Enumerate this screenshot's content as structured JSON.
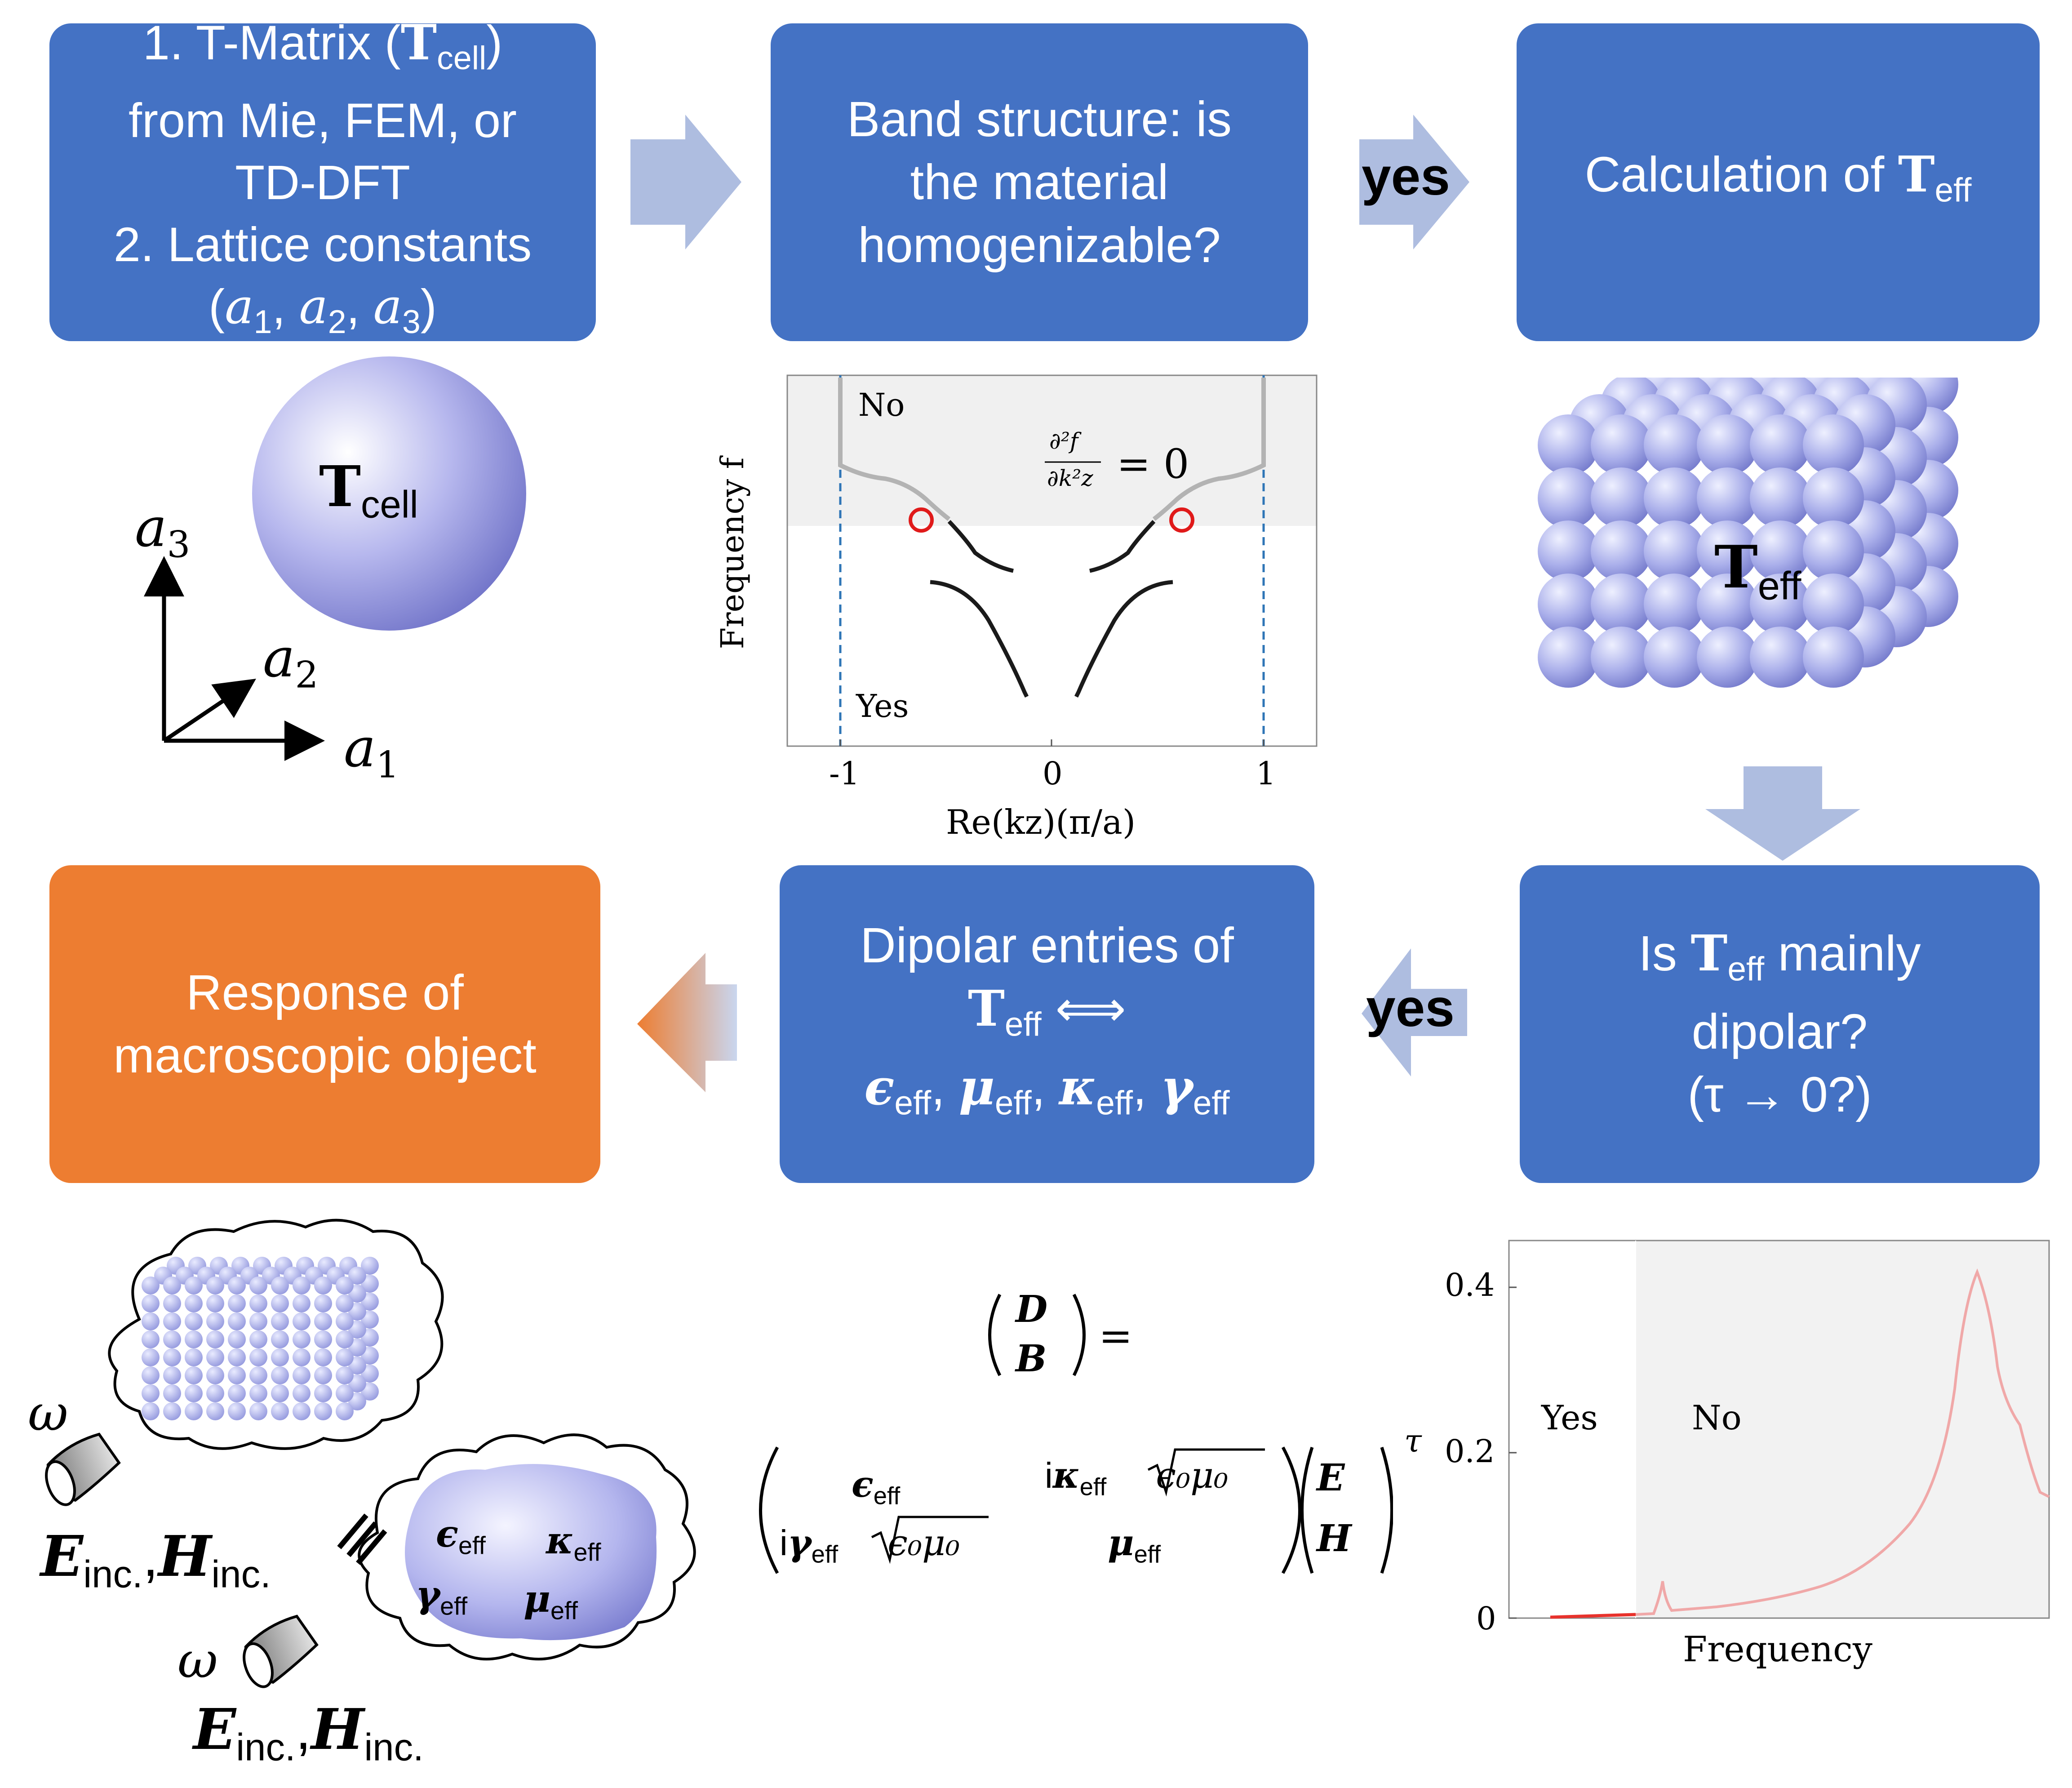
{
  "boxes": {
    "input": {
      "line1_prefix": "1. T-Matrix (",
      "line1_symbol": "T",
      "line1_sub": "cell",
      "line1_suffix": ")",
      "line2": "from Mie, FEM, or",
      "line3": "TD-DFT",
      "line4": "2. Lattice constants",
      "line5_open": "(",
      "a1": "a",
      "a1_sub": "1",
      "a2": "a",
      "a2_sub": "2",
      "a3": "a",
      "a3_sub": "3",
      "sep": ", ",
      "line5_close": ")"
    },
    "band": {
      "line1": "Band structure: is",
      "line2": "the material",
      "line3": "homogenizable?"
    },
    "teff_calc": {
      "text": "Calculation of ",
      "symbol": "T",
      "sub": "eff"
    },
    "dipolar_check": {
      "line1_prefix": "Is ",
      "symbol": "T",
      "sub": "eff",
      "line1_suffix": " mainly",
      "line2": "dipolar?",
      "line3": "(τ → 0?)"
    },
    "dipolar_entries": {
      "line1": "Dipolar entries of",
      "symbol": "T",
      "sub": "eff",
      "iff": " ⟺",
      "eps": "ϵ",
      "mu": "μ",
      "kappa": "κ",
      "gamma": "γ",
      "eff": "eff",
      "comma": ","
    },
    "response": {
      "line1": "Response of",
      "line2": "macroscopic object"
    }
  },
  "arrows": {
    "yes_top": "yes",
    "yes_mid": "yes"
  },
  "sphere": {
    "symbol": "T",
    "sub": "cell"
  },
  "axes": {
    "a1": "a",
    "a1_sub": "1",
    "a2": "a",
    "a2_sub": "2",
    "a3": "a",
    "a3_sub": "3"
  },
  "cube": {
    "symbol": "T",
    "sub": "eff"
  },
  "band_chart": {
    "region_no": "No",
    "region_yes": "Yes",
    "condition": "= 0",
    "condition_num": "∂²f",
    "condition_den": "∂k²z",
    "ylabel": "Frequency  f",
    "xlabel": "Re(kz)(π/a)",
    "xticks": [
      "-1",
      "0",
      "1"
    ]
  },
  "tau_chart": {
    "type": "line",
    "ylabel": "τ",
    "xlabel": "Frequency",
    "yticks": [
      "0",
      "0.2",
      "0.4"
    ],
    "ylim": [
      0,
      0.45
    ],
    "region_yes": "Yes",
    "region_no": "No",
    "colors": {
      "yes_line": "#e8322c",
      "no_line": "#f0a8a8",
      "shade": "#f2f2f2"
    }
  },
  "equation": {
    "lhs_top": "D",
    "lhs_bot": "B",
    "equals": "=",
    "m11": "ϵ",
    "m11_sub": "eff",
    "m12_i": "i",
    "m12": "κ",
    "m12_sub": "eff",
    "m12_root": "ϵ₀μ₀",
    "m21_i": "i",
    "m21": "γ",
    "m21_sub": "eff",
    "m21_root": "ϵ₀μ₀",
    "m22": "μ",
    "m22_sub": "eff",
    "rhs_top": "E",
    "rhs_bot": "H"
  },
  "clouds": {
    "omega": "ω",
    "E": "E",
    "H": "H",
    "inc": "inc.",
    "comma": ",",
    "equiv": "≡",
    "eps": "ϵ",
    "kappa": "κ",
    "gamma": "γ",
    "mu": "μ",
    "eff": "eff"
  }
}
